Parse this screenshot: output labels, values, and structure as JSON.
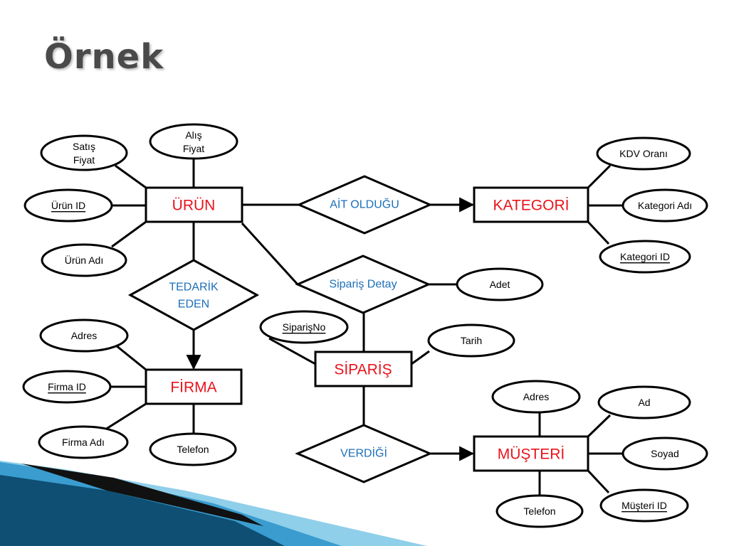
{
  "slide": {
    "title": "Örnek"
  },
  "colors": {
    "entity_text": "#e8141b",
    "relationship_text": "#1c6fb8",
    "attribute_text": "#000000",
    "line": "#000000",
    "wave_dark": "#0e4f73",
    "wave_mid": "#2f8fc4",
    "wave_light": "#7cc4e6"
  },
  "diagram": {
    "entities": {
      "urun": "ÜRÜN",
      "kategori": "KATEGORİ",
      "firma": "FİRMA",
      "siparis": "SİPARİŞ",
      "musteri": "MÜŞTERİ"
    },
    "relationships": {
      "ait_oldugu": "AİT OLDUĞU",
      "tedarik_eden": [
        "TEDARİK",
        "EDEN"
      ],
      "siparis_detay": "Sipariş Detay",
      "verdigi": "VERDİĞİ"
    },
    "attributes": {
      "satis_fiyat": [
        "Satış",
        "Fiyat"
      ],
      "alis_fiyat": [
        "Alış",
        "Fiyat"
      ],
      "urun_id": "Ürün ID",
      "urun_adi": "Ürün Adı",
      "kdv_orani": "KDV Oranı",
      "kategori_adi": "Kategori Adı",
      "kategori_id": "Kategori ID",
      "adet": "Adet",
      "siparis_no": "SiparişNo",
      "tarih": "Tarih",
      "firma_adres": "Adres",
      "firma_id": "Firma ID",
      "firma_adi": "Firma Adı",
      "firma_telefon": "Telefon",
      "musteri_adres": "Adres",
      "musteri_ad": "Ad",
      "musteri_soyad": "Soyad",
      "musteri_id": "Müşteri ID",
      "musteri_telefon": "Telefon"
    }
  }
}
